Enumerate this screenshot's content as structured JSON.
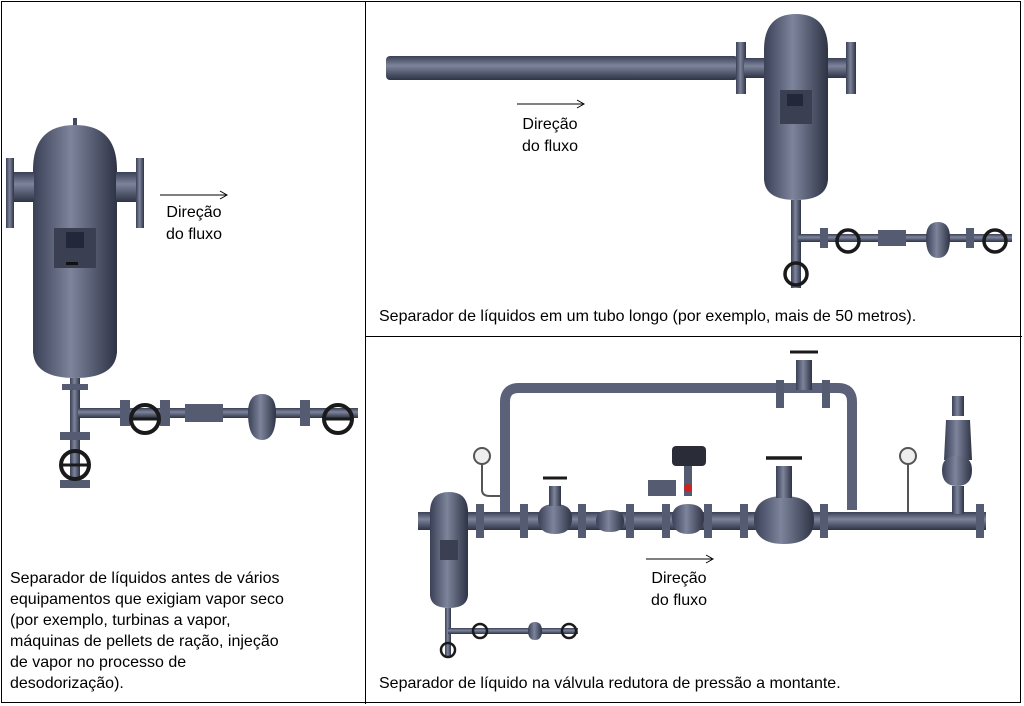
{
  "flow_label": {
    "line1": "Direção",
    "line2": "do fluxo"
  },
  "panels": {
    "left": {
      "caption": [
        "Separador de líquidos antes de vários",
        "equipamentos que exigiam vapor seco",
        "(por exemplo, turbinas a vapor,",
        "máquinas de pellets de ração, injeção",
        "de vapor no processo de",
        "desodorização)."
      ]
    },
    "top_right": {
      "caption": "Separador de líquidos em um tubo longo (por exemplo, mais de 50 metros)."
    },
    "bottom_right": {
      "caption": "Separador de líquido na válvula redutora de pressão a montante."
    }
  },
  "colors": {
    "steel": "#5a6178",
    "steel_dark": "#2f3446",
    "steel_light": "#8a90a6",
    "valve_black": "#1a1a1a",
    "indicator_red": "#d02020"
  }
}
